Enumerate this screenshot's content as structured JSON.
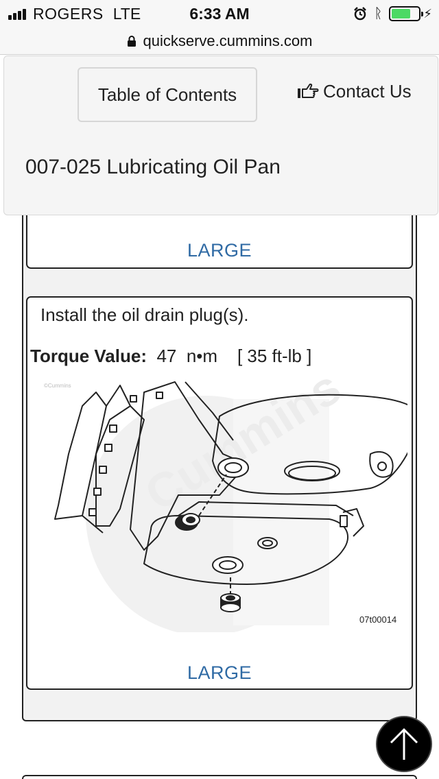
{
  "status_bar": {
    "carrier": "ROGERS",
    "network": "LTE",
    "time": "6:33 AM",
    "battery_level": 0.7,
    "icons": [
      "signal-icon",
      "alarm-icon",
      "bluetooth-icon",
      "battery-icon",
      "charging-icon"
    ]
  },
  "browser": {
    "url": "quickserve.cummins.com"
  },
  "header": {
    "toc_label": "Table of Contents",
    "contact_label": "Contact Us",
    "page_title": "007-025 Lubricating Oil Pan"
  },
  "steps": [
    {
      "large_link": "LARGE"
    },
    {
      "instruction": "Install the oil drain plug(s).",
      "torque_label": "Torque Value:",
      "torque_metric": "47  n•m",
      "torque_imperial": "[ 35 ft-lb ]",
      "figure_code": "07t00014",
      "figure_watermark": "©Cummins",
      "large_link": "LARGE"
    }
  ],
  "colors": {
    "link": "#2f6aa4",
    "battery": "#4cd964",
    "panel": "#f5f5f5"
  }
}
